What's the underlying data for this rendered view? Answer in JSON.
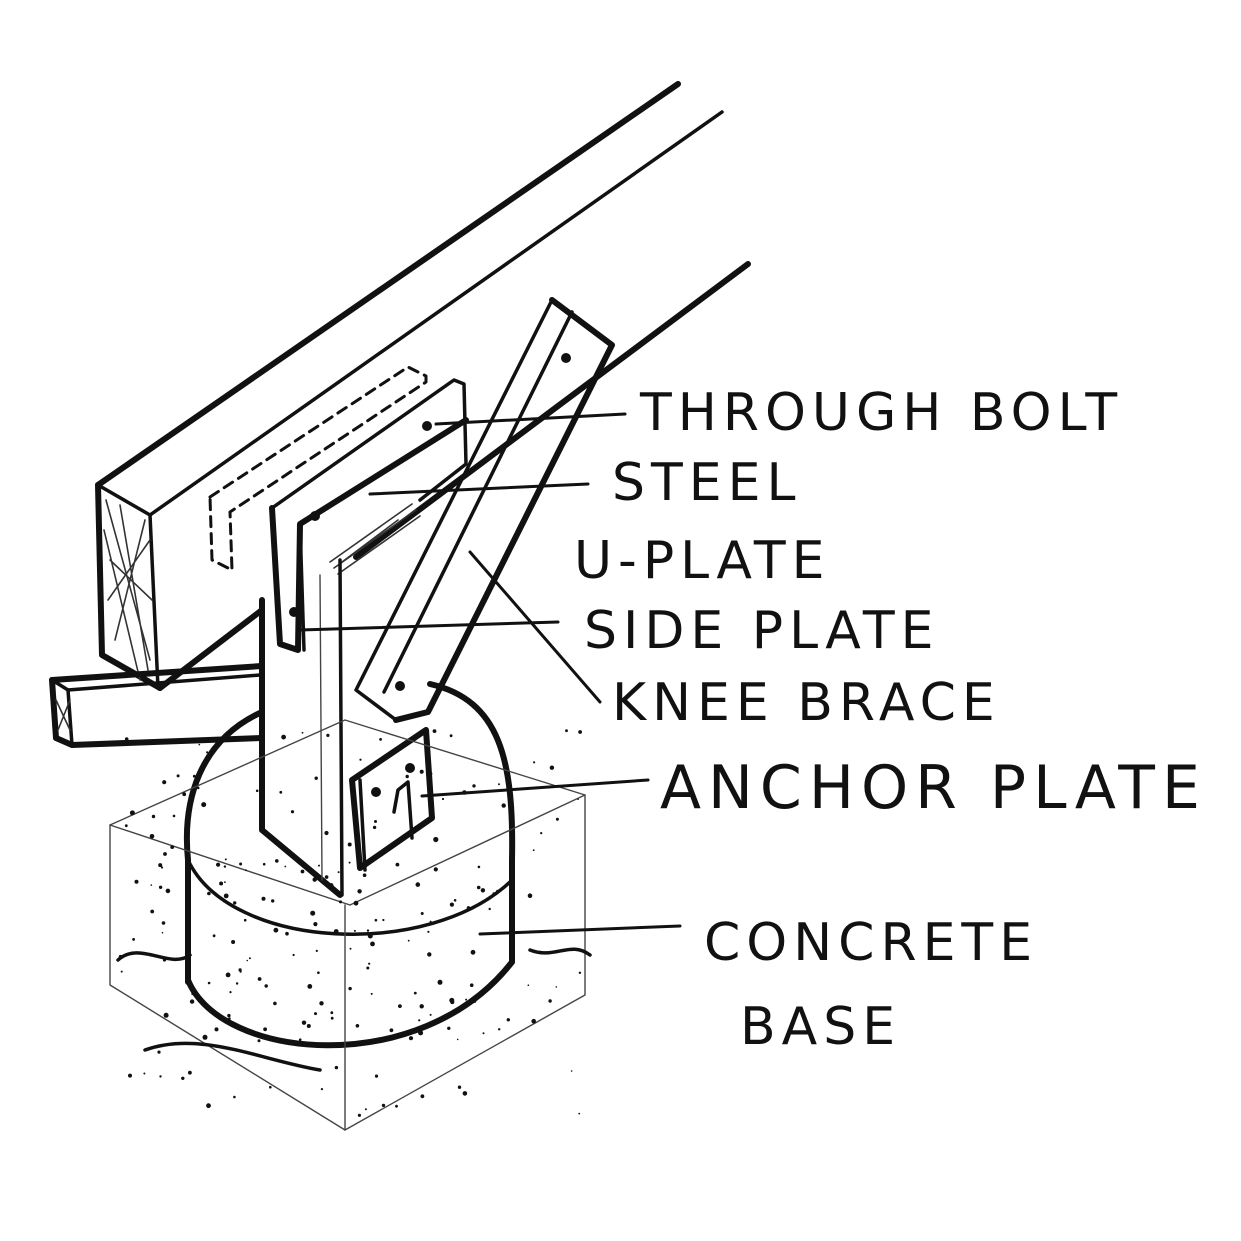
{
  "diagram": {
    "labels": {
      "through_bolt": "THROUGH BOLT",
      "steel": "STEEL",
      "u_plate": "U-PLATE",
      "side_plate": "SIDE PLATE",
      "knee_brace": "KNEE BRACE",
      "anchor_plate": "ANCHOR PLATE",
      "concrete": "CONCRETE",
      "base": "BASE"
    },
    "colors": {
      "ink": "#111111",
      "paper": "#ffffff"
    }
  }
}
